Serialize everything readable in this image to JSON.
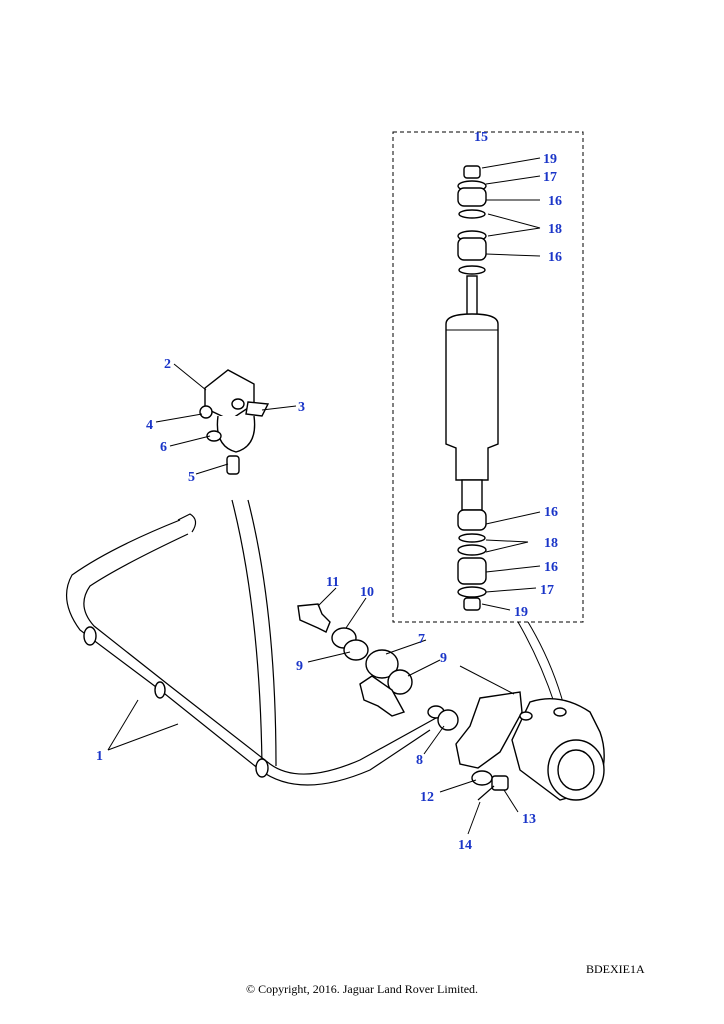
{
  "callouts": {
    "c1": "1",
    "c2": "2",
    "c3": "3",
    "c4": "4",
    "c5": "5",
    "c6": "6",
    "c7": "7",
    "c8": "8",
    "c9a": "9",
    "c9b": "9",
    "c10": "10",
    "c11": "11",
    "c12": "12",
    "c13": "13",
    "c14": "14",
    "c15": "15",
    "c16a": "16",
    "c16b": "16",
    "c16c": "16",
    "c16d": "16",
    "c17a": "17",
    "c17b": "17",
    "c18a": "18",
    "c18b": "18",
    "c19a": "19",
    "c19b": "19"
  },
  "footer": {
    "ref_code": "BDEXIE1A",
    "copyright": "© Copyright, 2016. Jaguar Land Rover Limited."
  },
  "colors": {
    "callout": "#1a35c8",
    "line": "#000000"
  }
}
